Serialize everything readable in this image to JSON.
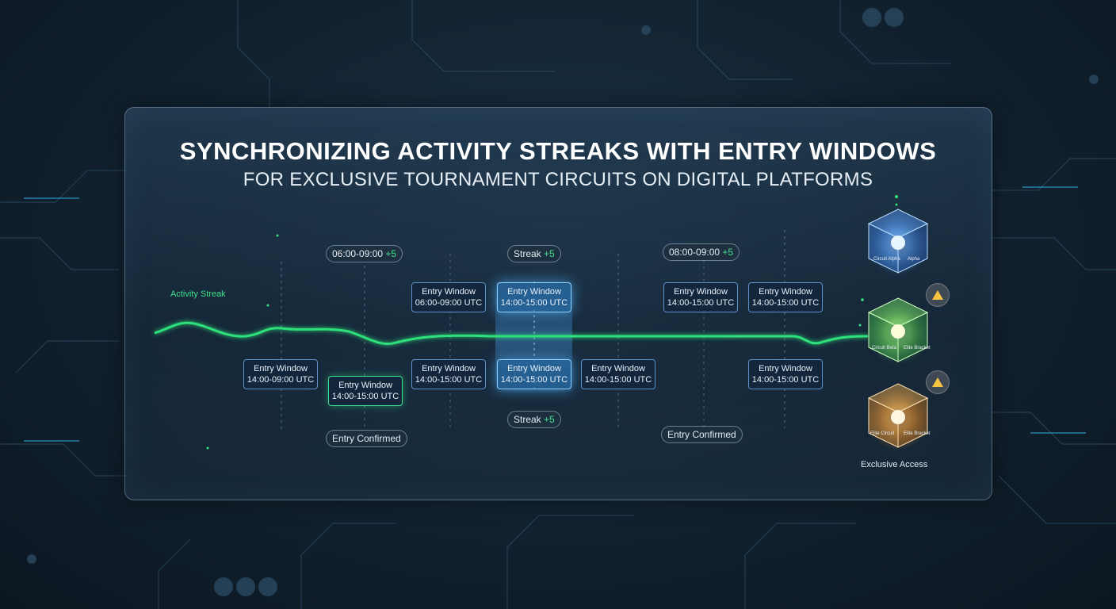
{
  "header": {
    "title": "SYNCHRONIZING ACTIVITY STREAKS WITH ENTRY WINDOWS",
    "subtitle": "FOR EXCLUSIVE TOURNAMENT CIRCUITS ON DIGITAL PLATFORMS"
  },
  "streak_label": "Activity Streak",
  "pills": [
    {
      "text": "06:00-09:00",
      "plus": "+5"
    },
    {
      "text": "Streak",
      "plus": "+5"
    },
    {
      "text": "08:00-09:00",
      "plus": "+5"
    },
    {
      "text": "Streak",
      "plus": "+5"
    },
    {
      "text": "Entry Confirmed",
      "plus": ""
    },
    {
      "text": "Entry Confirmed",
      "plus": ""
    }
  ],
  "windows_top": [
    {
      "title": "Entry Window",
      "time": "06:00-09:00 UTC"
    },
    {
      "title": "Entry Window",
      "time": "14:00-15:00 UTC"
    },
    {
      "title": "Entry Window",
      "time": "14:00-15:00 UTC"
    },
    {
      "title": "Entry Window",
      "time": "14:00-15:00 UTC"
    }
  ],
  "windows_bottom": [
    {
      "title": "Entry Window",
      "time": "14:00-09:00 UTC"
    },
    {
      "title": "Entry Window",
      "time": "14:00-15:00 UTC"
    },
    {
      "title": "Entry Window",
      "time": "14:00-15:00 UTC"
    },
    {
      "title": "Entry Window",
      "time": "14:00-15:00 UTC"
    },
    {
      "title": "Entry Window",
      "time": "14:00-15:00 UTC"
    },
    {
      "title": "Entry Window",
      "time": "14:00-15:00 UTC"
    }
  ],
  "cubes": [
    {
      "label_left": "Circuit Alpha",
      "label_right": "Alpha",
      "color": "#5aa0ff"
    },
    {
      "label_left": "Circuit Beta",
      "label_right": "Elite Bracket",
      "color": "#7de86a"
    },
    {
      "label_left": "Elite Circuit",
      "label_right": "Elite Bracket",
      "color": "#f0a84a"
    }
  ],
  "access_label": "Exclusive Access",
  "colors": {
    "streak": "#3fe08b",
    "window_border": "#5d93c9",
    "highlight": "#8ed3ff",
    "warning": "#f5c542"
  },
  "icons": [
    "warning-icon",
    "warning-icon"
  ]
}
